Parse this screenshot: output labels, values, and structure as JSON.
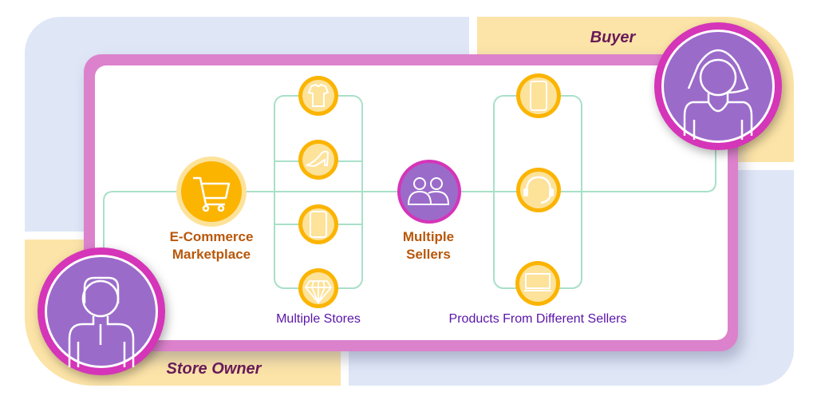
{
  "roles": {
    "buyer": "Buyer",
    "store_owner": "Store Owner"
  },
  "nodes": {
    "marketplace": [
      "E-Commerce",
      "Marketplace"
    ],
    "sellers": [
      "Multiple",
      "Sellers"
    ]
  },
  "groups": {
    "stores": "Multiple Stores",
    "products": "Products From Different Sellers"
  },
  "store_icons": [
    "shirt-icon",
    "high-heel-icon",
    "phone-icon",
    "diamond-icon"
  ],
  "product_icons": [
    "phone-icon",
    "headset-icon",
    "laptop-icon"
  ],
  "colors": {
    "accent_yellow": "#fbb400",
    "purple": "#9b6bca",
    "magenta": "#d535b8",
    "line": "#a8e0c8"
  }
}
